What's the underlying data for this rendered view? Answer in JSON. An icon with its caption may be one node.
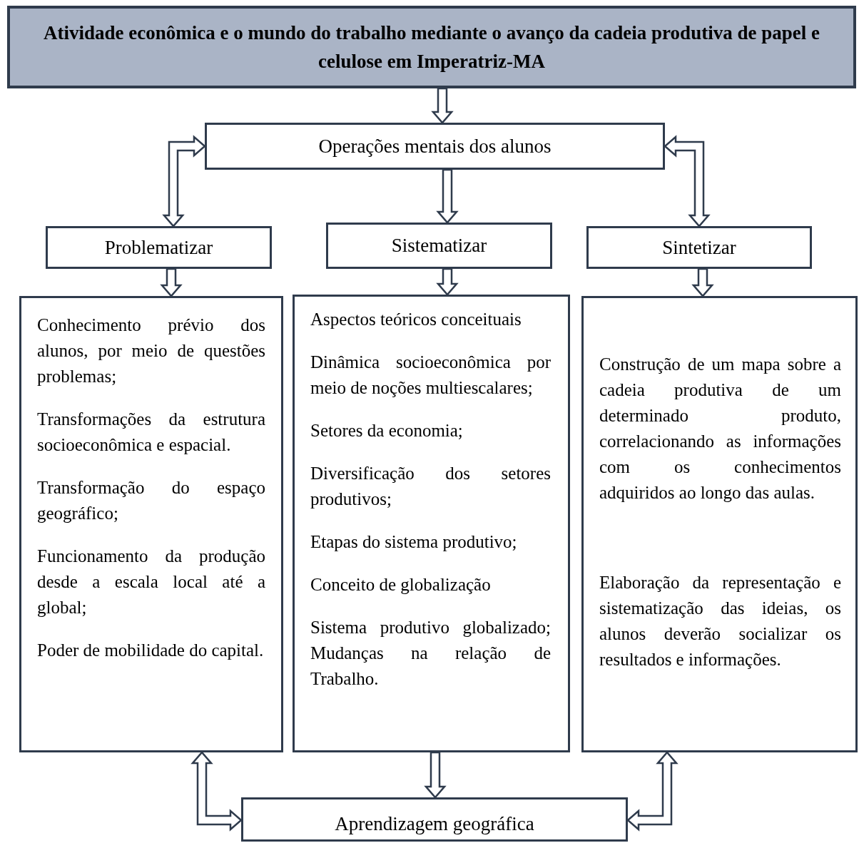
{
  "diagram": {
    "nodes": [
      {
        "text": [
          "Atividade econômica e o mundo do trabalho mediante o avanço da cadeia produtiva de papel e celulose em Imperatriz-MA"
        ]
      },
      {
        "text": [
          "Operações mentais dos alunos"
        ]
      },
      {
        "text": [
          "Problematizar"
        ]
      },
      {
        "text": [
          "Sistematizar"
        ]
      },
      {
        "text": [
          "Sintetizar"
        ]
      },
      {
        "text": [
          "Conhecimento prévio dos alunos, por meio de questões problemas;",
          "Transformações da estrutura socioeconômica e espacial.",
          "Transformação do espaço geográfico;",
          "Funcionamento da produção desde a escala local até a global;",
          "Poder de mobilidade do capital."
        ]
      },
      {
        "text": [
          "Aspectos teóricos conceituais",
          "Dinâmica socioeconômica por meio de noções multiescalares;",
          "Setores da economia;",
          "Diversificação dos setores produtivos;",
          "Etapas do sistema produtivo;",
          "Conceito de globalização",
          "Sistema produtivo globalizado; Mudanças na relação de Trabalho."
        ]
      },
      {
        "text": [
          "Construção de um mapa sobre a cadeia produtiva de um determinado produto, correlacionando as informações com os conhecimentos adquiridos ao longo das aulas.",
          "Elaboração da representação e sistematização das ideias, os alunos deverão socializar os resultados e informações."
        ]
      },
      {
        "text": [
          "Aprendizagem geográfica"
        ]
      }
    ],
    "edges": [
      {
        "from": 0,
        "to": 1,
        "arrow": "to"
      },
      {
        "from": 1,
        "to": 2,
        "arrow": "both"
      },
      {
        "from": 1,
        "to": 3,
        "arrow": "to"
      },
      {
        "from": 1,
        "to": 4,
        "arrow": "both"
      },
      {
        "from": 2,
        "to": 5,
        "arrow": "to"
      },
      {
        "from": 3,
        "to": 6,
        "arrow": "to"
      },
      {
        "from": 4,
        "to": 7,
        "arrow": "to"
      },
      {
        "from": 5,
        "to": 8,
        "arrow": "both"
      },
      {
        "from": 6,
        "to": 8,
        "arrow": "to"
      },
      {
        "from": 7,
        "to": 8,
        "arrow": "both"
      }
    ]
  }
}
